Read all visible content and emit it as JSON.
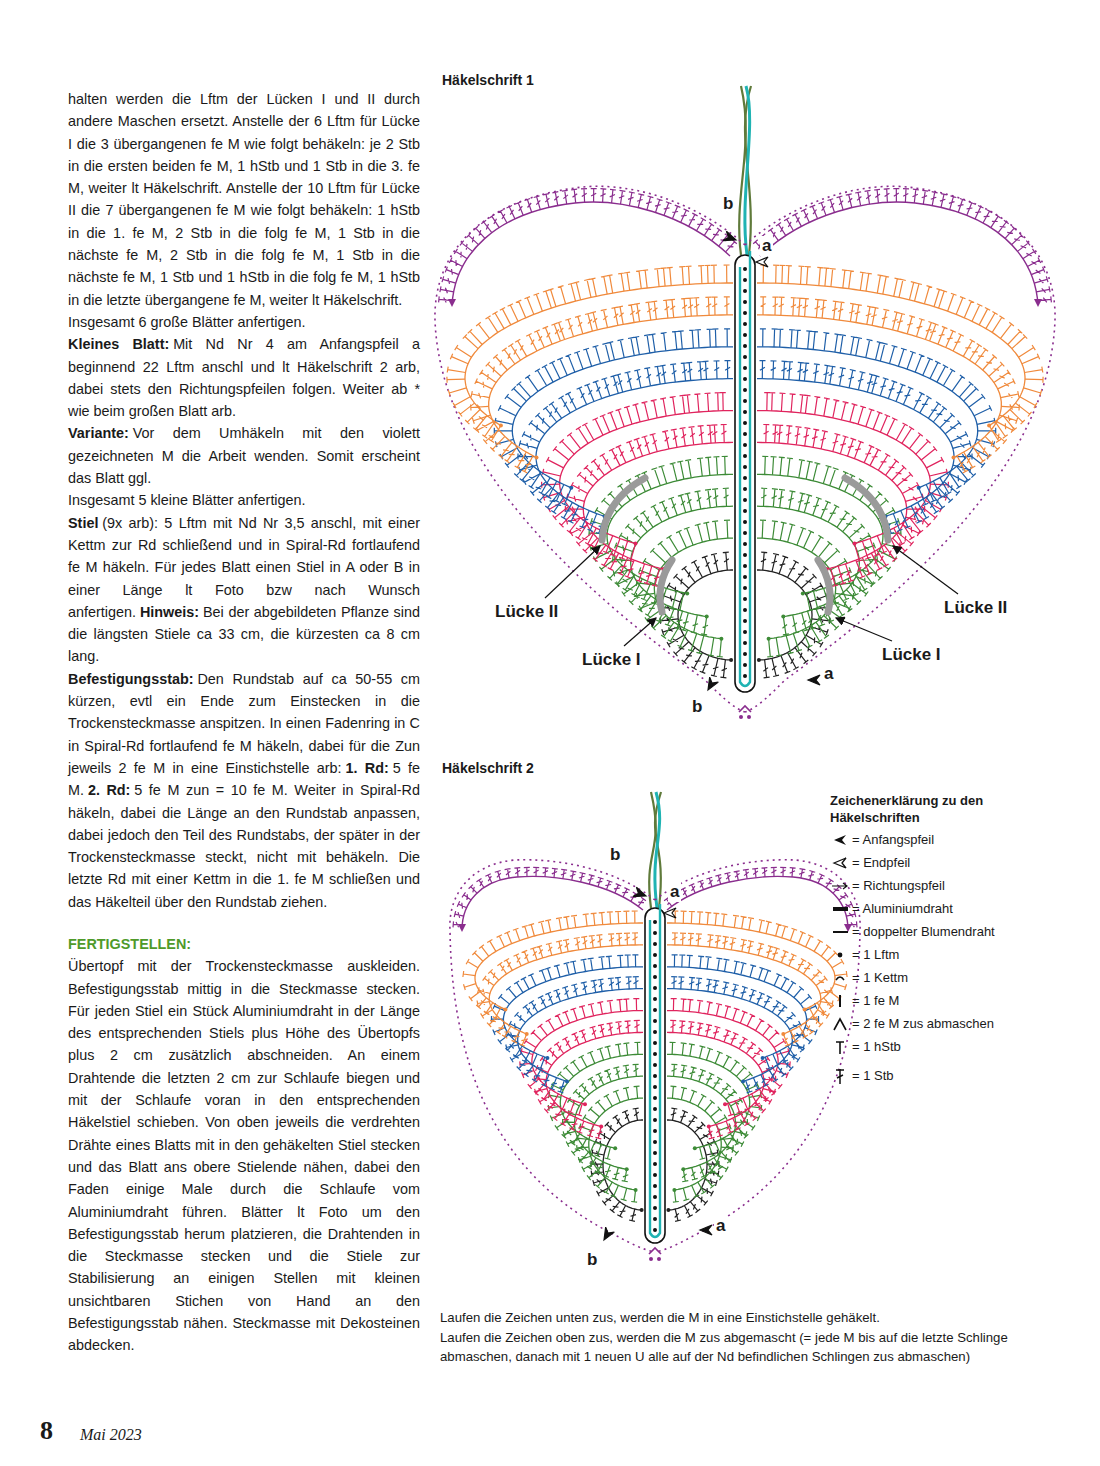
{
  "diagram": {
    "labels": [
      "halten werden die Lftm der Lücken I und II durch andere Maschen ersetzt. Anstelle der 6 Lftm für Lücke I die 3 übergangenen fe M wie folgt behäkeln: je 2 Stb in die ersten beiden fe M, 1 hStb und 1 Stb in die 3. fe M, weiter lt Häkelschrift. Anstelle der 10 Lftm für Lücke II die 7 übergangenen fe M wie folgt behäkeln: 1 hStb in die 1. fe M, 2 Stb in die folg fe M, 1 Stb in die nächste fe M, 2 Stb in die folg fe M, 1 Stb in die nächste fe M, 1 Stb und 1 hStb in die folg fe M, 1 hStb in die letzte übergangene fe M, weiter lt Häkelschrift.",
      "Insgesamt 6 große Blätter anfertigen.",
      "Kleines Blatt:",
      "Mit Nd Nr 4 am Anfangspfeil a beginnend 22 Lftm anschl und lt Häkelschrift 2 arb, dabei stets den Richtungspfeilen folgen. Weiter ab * wie beim großen Blatt arb.",
      "Variante:",
      "Vor dem Umhäkeln mit den violett gezeichneten M die Arbeit wenden. Somit erscheint das Blatt ggl.",
      "Insgesamt 5 kleine Blätter anfertigen.",
      "Stiel",
      "(9x arb): 5 Lftm mit Nd Nr 3,5 anschl, mit einer Kettm zur Rd schließend und in Spiral-Rd fortlaufend fe M häkeln. Für jedes Blatt einen Stiel in A oder B in einer Länge lt Foto bzw nach Wunsch anfertigen.",
      "Hinweis:",
      "Bei der abgebildeten Pflanze sind die längsten Stiele ca 33 cm, die kürzesten ca 8 cm lang.",
      "Befestigungsstab:",
      "Den Rundstab auf ca 50-55 cm kürzen, evtl ein Ende zum Einstecken in die Trockensteckmasse anspitzen. In einen Fadenring in C in Spiral-Rd fortlaufend fe M häkeln, dabei für die Zun jeweils 2 fe M in eine Einstichstelle arb:",
      "1. Rd:",
      "5 fe M.",
      "2. Rd:",
      "5 fe M zun = 10 fe M. Weiter in Spiral-Rd häkeln, dabei die Länge an den Rundstab anpassen, dabei jedoch den Teil des Rundstabs, der später in der Trockensteckmasse steckt, nicht mit behäkeln. Die letzte Rd mit einer Kettm in die 1. fe M schließen und das Häkelteil über den Rundstab ziehen.",
      "FERTIGSTELLEN:",
      "Übertopf mit der Trockensteckmasse auskleiden. Befestigungsstab mittig in die Steckmasse stecken. Für jeden Stiel ein Stück Aluminiumdraht in der Länge des entsprechenden Stiels plus Höhe des Übertopfs plus 2 cm zusätzlich abschneiden. An einem Drahtende die letzten 2 cm zur Schlaufe biegen und mit der Schlaufe voran in den entsprechenden Häkelstiel schieben. Von oben jeweils die verdrehten Drähte eines Blatts mit in den gehäkelten Stiel stecken und das Blatt ans obere Stielende nähen, dabei den Faden einige Male durch die Schlaufe vom Aluminiumdraht führen. Blätter lt Foto um den Befestigungsstab herum platzieren, die Drahtenden in die Steckmasse stecken und die Stiele zur Stabilisierung an einigen Stellen mit kleinen unsichtbaren Stichen von Hand an den Befestigungsstab nähen. Steckmasse mit Dekosteinen abdecken.",
      "Häkelschrift 1",
      "b",
      "a",
      "Lücke II",
      "Lücke II",
      "Lücke I",
      "Lücke I",
      "a",
      "b",
      "Häkelschrift 2",
      "b",
      "a",
      "a",
      "b",
      "Zeichenerklärung zu den Häkelschriften",
      "Laufen die Zeichen unten zus, werden die M in eine Einstichstelle gehäkelt.",
      "Laufen die Zeichen oben zus, werden die M zus abgemascht (= jede M bis auf die letzte Schlinge abmaschen, danach mit 1 neuen U alle auf der Nd befindlichen Schlingen zus abmaschen)",
      "8",
      "Mai 2023"
    ],
    "legend": [
      {
        "text": "= Anfangspfeil"
      },
      {
        "text": "= Endpfeil"
      },
      {
        "text": "= Richtungspfeil"
      },
      {
        "text": "= Aluminiumdraht"
      },
      {
        "text": "= doppelter Blumendraht"
      },
      {
        "text": "= 1 Lftm"
      },
      {
        "text": "= 1 Kettm"
      },
      {
        "text": "= 1 fe M"
      },
      {
        "text": "= 2 fe M zus abmaschen"
      },
      {
        "text": "= 1 hStb"
      },
      {
        "text": "= 1 Stb"
      }
    ]
  }
}
